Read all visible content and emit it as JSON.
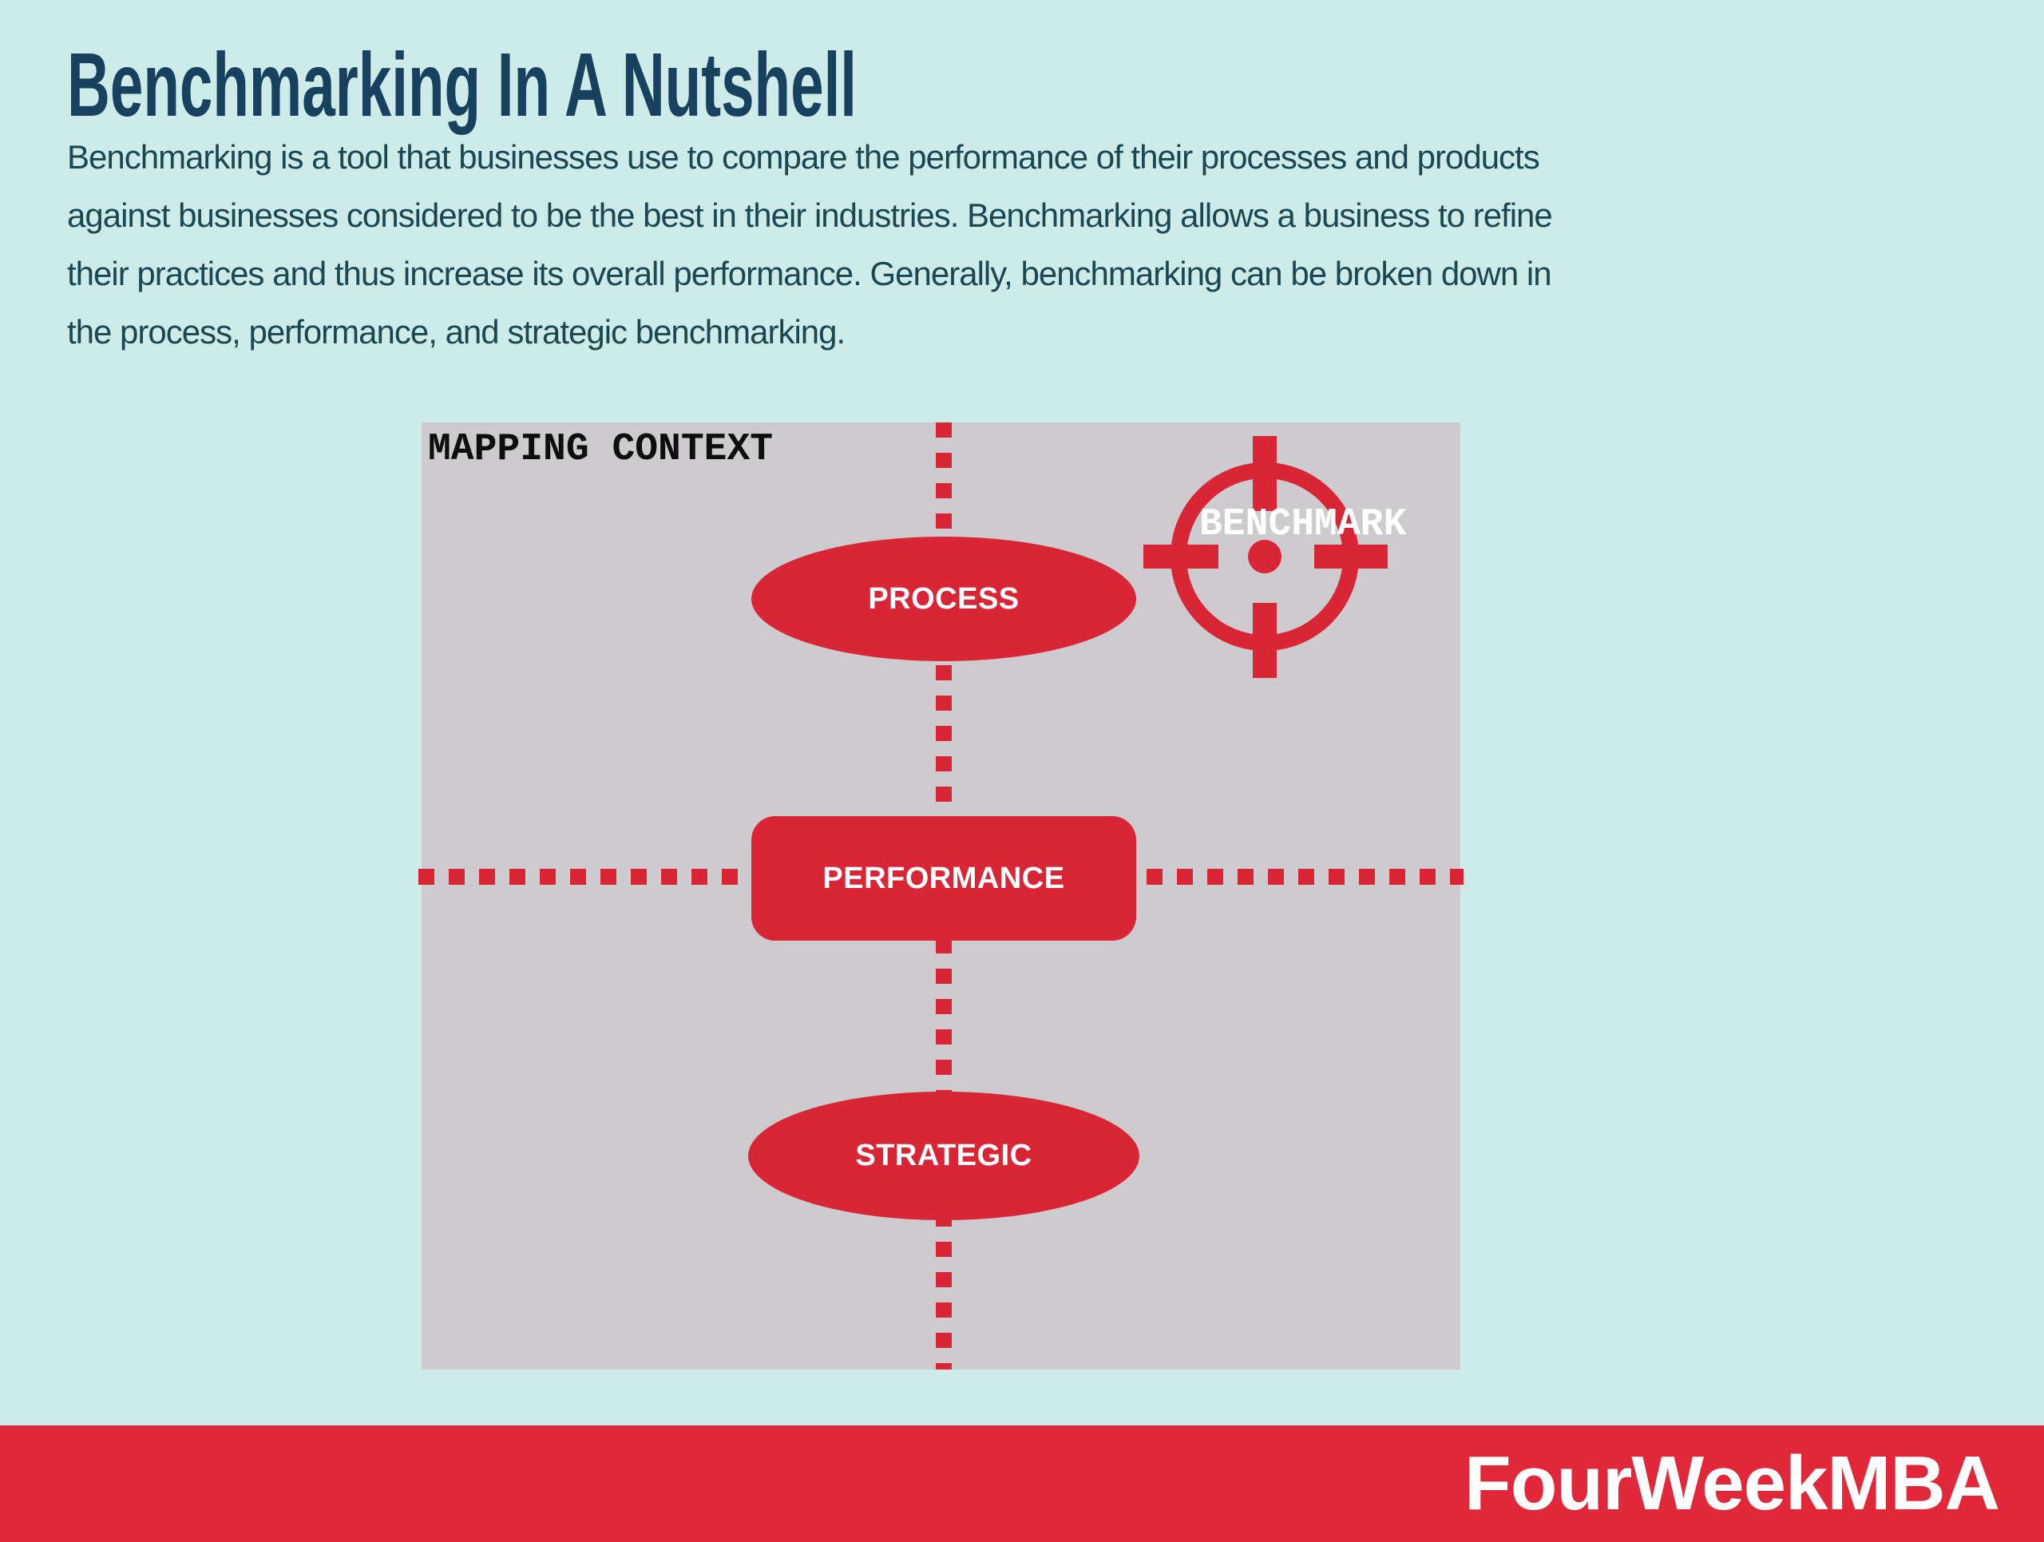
{
  "header": {
    "title": "Benchmarking In A Nutshell",
    "description_lines": [
      "Benchmarking is a tool that businesses use to compare the performance of their processes and products",
      "against businesses considered to be the best in their industries. Benchmarking allows a business to refine",
      "their practices and thus increase its overall performance. Generally, benchmarking can be broken down in",
      "the process, performance, and strategic benchmarking."
    ]
  },
  "diagram": {
    "heading": "MAPPING CONTEXT",
    "nodes": [
      {
        "label": "PROCESS",
        "shape": "ellipse"
      },
      {
        "label": "PERFORMANCE",
        "shape": "rounded-rect"
      },
      {
        "label": "STRATEGIC",
        "shape": "ellipse"
      }
    ],
    "benchmark_label": "BENCHMARK"
  },
  "footer": {
    "brand": "FourWeekMBA"
  },
  "colors": {
    "background": "#ccebe9",
    "panel_gray": "#cecbce",
    "diagram_red": "#d92637",
    "footer_red": "#e0283a",
    "title_navy": "#17415f",
    "body_teal": "#1a4750",
    "heading_black": "#0e0e0e",
    "label_white": "#ffffff"
  }
}
